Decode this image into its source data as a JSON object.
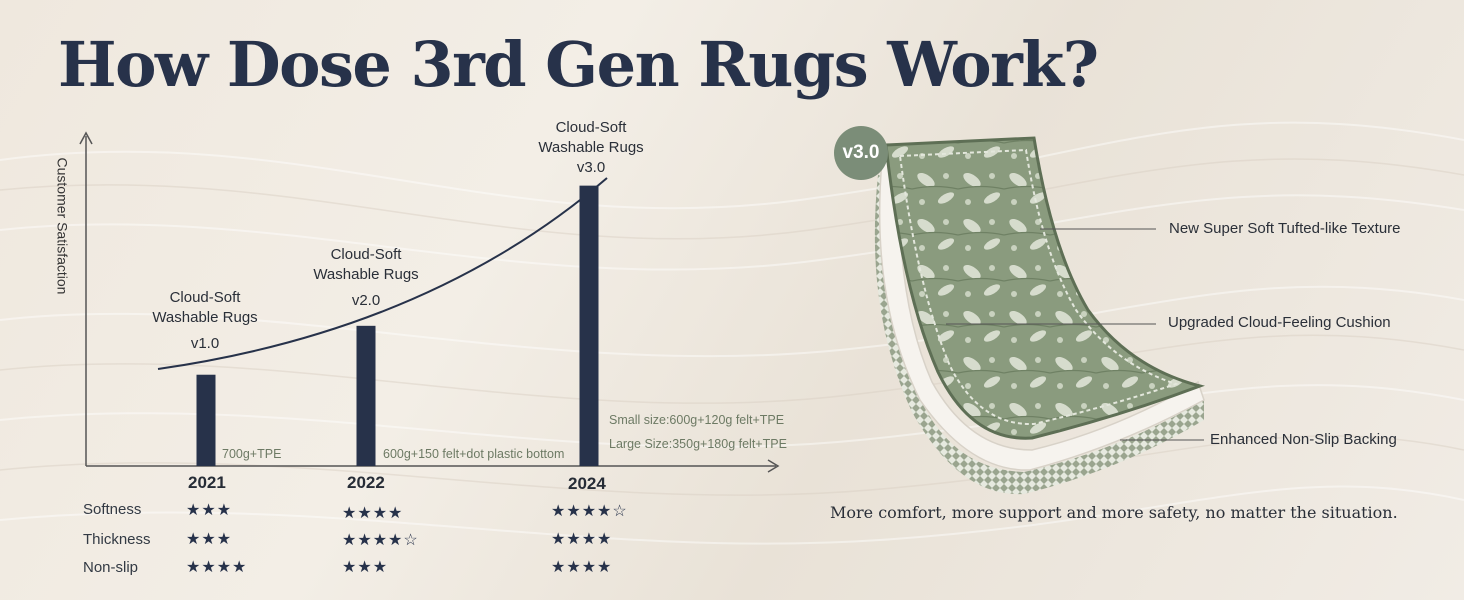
{
  "title": "How Dose 3rd Gen Rugs Work?",
  "chart_data": {
    "type": "bar",
    "ylabel": "Customer Satisfaction",
    "categories": [
      "2021",
      "2022",
      "2024"
    ],
    "values": [
      2.8,
      4.3,
      8.6
    ],
    "ylim": [
      0,
      10
    ],
    "bar_labels": [
      {
        "line1": "Cloud-Soft",
        "line2": "Washable Rugs",
        "version": "v1.0"
      },
      {
        "line1": "Cloud-Soft",
        "line2": "Washable Rugs",
        "version": "v2.0"
      },
      {
        "line1": "Cloud-Soft",
        "line2": "Washable Rugs",
        "version": "v3.0"
      }
    ],
    "specs": [
      "700g+TPE",
      "600g+150 felt+dot plastic bottom",
      "Small size:600g+120g felt+TPE",
      "Large Size:350g+180g felt+TPE"
    ],
    "bar_color": "#27324a"
  },
  "ratings": {
    "metrics": [
      "Softness",
      "Thickness",
      "Non-slip"
    ],
    "rows": [
      [
        "★★★",
        "★★★★",
        "★★★★☆"
      ],
      [
        "★★★",
        "★★★★☆",
        "★★★★"
      ],
      [
        "★★★★",
        "★★★",
        "★★★★"
      ]
    ]
  },
  "product": {
    "badge": "v3.0",
    "callouts": [
      "New Super Soft Tufted-like Texture",
      "Upgraded Cloud-Feeling Cushion",
      "Enhanced Non-Slip Backing"
    ],
    "tagline": "More comfort, more support and more safety, no matter the situation.",
    "colors": {
      "rug_green": "#8a9b7e",
      "rug_light": "#c9d2bf",
      "cushion": "#f4f1ec"
    }
  }
}
